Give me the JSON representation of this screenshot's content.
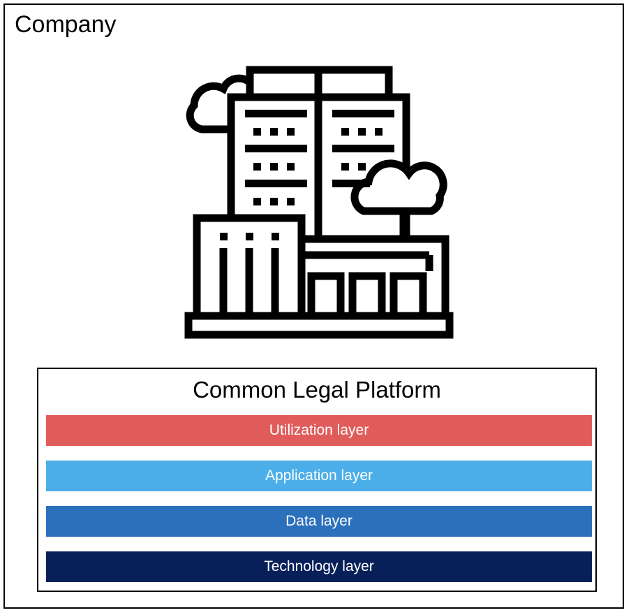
{
  "company": {
    "title": "Company",
    "icon": "office-building-icon"
  },
  "platform": {
    "title": "Common Legal Platform",
    "layers": [
      {
        "label": "Utilization layer",
        "color": "#e05c5a"
      },
      {
        "label": "Application layer",
        "color": "#4baee9"
      },
      {
        "label": "Data layer",
        "color": "#2b70bb"
      },
      {
        "label": "Technology layer",
        "color": "#08205a"
      }
    ]
  }
}
